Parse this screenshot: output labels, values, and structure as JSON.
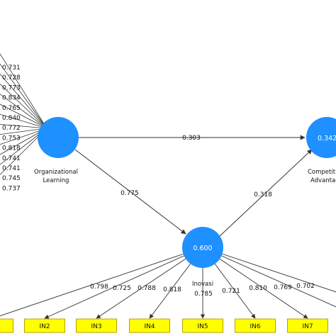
{
  "colors": {
    "latent_fill": "#1e90ff",
    "indicator_fill": "#ffff00",
    "indicator_stroke": "#b8a000",
    "line": "#333333"
  },
  "nodes": {
    "org_learning": {
      "label_line1": "Organizational",
      "label_line2": "Learning",
      "r2": ""
    },
    "inovasi": {
      "label": "Inovasi",
      "r2": "0.600"
    },
    "competitive": {
      "label_line1": "Competiti",
      "label_line2": "Advantag",
      "r2": "0.342"
    }
  },
  "paths": [
    {
      "id": "ol-ca",
      "value": "0.303"
    },
    {
      "id": "ol-in",
      "value": "0.775"
    },
    {
      "id": "in-ca",
      "value": "0.318"
    }
  ],
  "org_learning_loadings": [
    "0.731",
    "0.728",
    "0.773",
    "0.834",
    "0.765",
    "0.840",
    "0.772",
    "0.753",
    "0.818",
    "0.741",
    "0.741",
    "0.745",
    "0.737"
  ],
  "inovasi_indicators": [
    {
      "label": "",
      "loading": "0.798"
    },
    {
      "label": "IN2",
      "loading": "0.725"
    },
    {
      "label": "IN3",
      "loading": "0.788"
    },
    {
      "label": "IN4",
      "loading": "0.818"
    },
    {
      "label": "IN5",
      "loading": "0.785"
    },
    {
      "label": "IN6",
      "loading": "0.721"
    },
    {
      "label": "IN7",
      "loading": "0.810"
    },
    {
      "label": "",
      "loading": "0.769"
    },
    {
      "label": "",
      "loading": "0.702"
    }
  ]
}
